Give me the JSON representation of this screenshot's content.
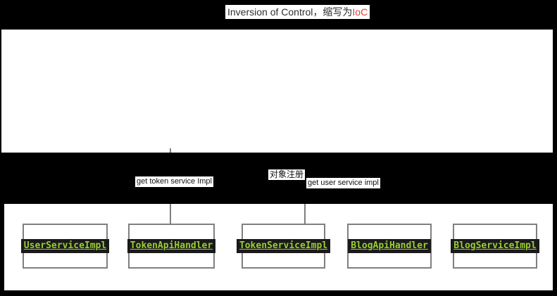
{
  "title": {
    "prefix": "Inversion of Control，缩写为",
    "highlight": "IoC",
    "highlight_color": "#e53935"
  },
  "flow_labels": {
    "get_token": "get token service Impl",
    "object_register": "对象注册",
    "get_user": "get user service impl"
  },
  "implementation_boxes": [
    {
      "label": "UserServiceImpl"
    },
    {
      "label": "TokenApiHandler"
    },
    {
      "label": "TokenServiceImpl"
    },
    {
      "label": "BlogApiHandler"
    },
    {
      "label": "BlogServiceImpl"
    }
  ],
  "colors": {
    "page_background": "#000000",
    "panel": "#ffffff",
    "box_border": "#7f7f7f",
    "code_background": "#1a1a1a",
    "code_text": "#9acd32",
    "connector": "#7f7f7f",
    "title_accent": "#e53935"
  }
}
